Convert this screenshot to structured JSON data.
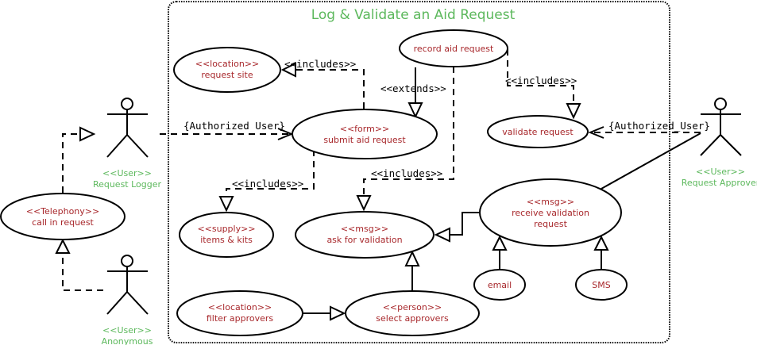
{
  "diagram": {
    "type": "uml-use-case",
    "title": "Log & Validate an Aid Request",
    "colors": {
      "title": "#5cb85c",
      "actor_label": "#5cb85c",
      "use_case_text": "#a8282c",
      "lines": "#000000"
    },
    "actors": {
      "request_logger": {
        "stereotype": "<<User>>",
        "name": "Request Logger"
      },
      "anonymous": {
        "stereotype": "<<User>>",
        "name": "Anonymous"
      },
      "request_approver": {
        "stereotype": "<<User>>",
        "name": "Request Approver"
      }
    },
    "use_cases": {
      "call_in_request": {
        "stereotype": "<<Telephony>>",
        "name": "call in request"
      },
      "request_site": {
        "stereotype": "<<location>>",
        "name": "request site"
      },
      "record_aid_request": {
        "stereotype": "",
        "name": "record aid request"
      },
      "submit_aid_request": {
        "stereotype": "<<form>>",
        "name": "submit aid request"
      },
      "validate_request": {
        "stereotype": "",
        "name": "validate request"
      },
      "items_kits": {
        "stereotype": "<<supply>>",
        "name": "items & kits"
      },
      "ask_for_validation": {
        "stereotype": "<<msg>>",
        "name": "ask for validation"
      },
      "receive_validation_request": {
        "stereotype": "<<msg>>",
        "name_line1": "receive validation",
        "name_line2": "request"
      },
      "email": {
        "stereotype": "",
        "name": "email"
      },
      "sms": {
        "stereotype": "",
        "name": "SMS"
      },
      "filter_approvers": {
        "stereotype": "<<location>>",
        "name": "filter approvers"
      },
      "select_approvers": {
        "stereotype": "<<person>>",
        "name": "select approvers"
      }
    },
    "relations": {
      "includes_request_site": "<<includes>>",
      "extends_record": "<<extends>>",
      "includes_validate": "<<includes>>",
      "authorized_user_logger": "{Authorized User}",
      "authorized_user_approver": "{Authorized_User}",
      "includes_items": "<<includes>>",
      "includes_ask": "<<includes>>"
    }
  }
}
